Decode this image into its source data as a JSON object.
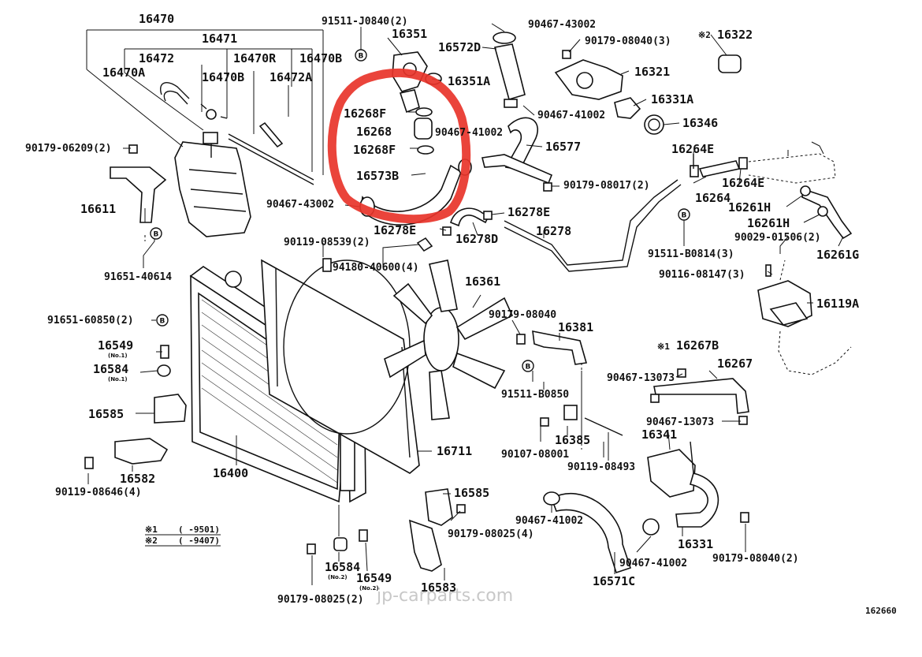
{
  "parts": {
    "p16470": "16470",
    "p16471": "16471",
    "p16472": "16472",
    "p16470R": "16470R",
    "p16470B_top": "16470B",
    "p16470A": "16470A",
    "p16470B": "16470B",
    "p16472A": "16472A",
    "p90179_06209": "90179-06209(2)",
    "p16611": "16611",
    "p91651_40614": "91651-40614",
    "p91511_J0840": "91511-J0840(2)",
    "p16351": "16351",
    "p16351A": "16351A",
    "p16268F_1": "16268F",
    "p16268": "16268",
    "p16268F_2": "16268F",
    "p16573B": "16573B",
    "p90467_43002_left": "90467-43002",
    "p90467_43002_top": "90467-43002",
    "p90179_08040_3": "90179-08040(3)",
    "p16572D": "16572D",
    "p16321": "16321",
    "p16322": "16322",
    "p16331A": "16331A",
    "p16346": "16346",
    "p90467_41002_a": "90467-41002",
    "p90467_41002_b": "90467-41002",
    "p16577": "16577",
    "p90179_08017": "90179-08017(2)",
    "p16264E_1": "16264E",
    "p16264E_2": "16264E",
    "p16264": "16264",
    "p16261H_1": "16261H",
    "p16261H_2": "16261H",
    "p16261G": "16261G",
    "p90029_01506": "90029-01506(2)",
    "p91511_B0814": "91511-B0814(3)",
    "p16278E_1": "16278E",
    "p16278E_2": "16278E",
    "p16278D": "16278D",
    "p16278": "16278",
    "p90119_08539": "90119-08539(2)",
    "p94180_40600": "94180-40600(4)",
    "p16361": "16361",
    "p90116_08147": "90116-08147(3)",
    "p16119A": "16119A",
    "p91651_60850": "91651-60850(2)",
    "p16549_1": "16549",
    "p16584_1": "16584",
    "p16585_1": "16585",
    "p16582": "16582",
    "p90119_08646": "90119-08646(4)",
    "p16400": "16400",
    "p16711": "16711",
    "p90179_08040_s": "90179-08040",
    "p16381": "16381",
    "p91511_B0850": "91511-B0850",
    "p16385": "16385",
    "p90107_08001": "90107-08001",
    "p90119_08493": "90119-08493",
    "p16267B": "16267B",
    "p16267": "16267",
    "p90467_13073_a": "90467-13073",
    "p90467_13073_b": "90467-13073",
    "p16341": "16341",
    "p16585_2": "16585",
    "p90179_08025_4": "90179-08025(4)",
    "p90467_41002_c": "90467-41002",
    "p90467_41002_d": "90467-41002",
    "p16571C": "16571C",
    "p16331": "16331",
    "p90179_08040_2": "90179-08040(2)",
    "p16583": "16583",
    "p16584_2": "16584",
    "p16549_2": "16549",
    "p90179_08025_2": "90179-08025(2)"
  },
  "sub": {
    "no1_a": "(No.1)",
    "no1_b": "(No.1)",
    "no2_a": "(No.2)",
    "no2_b": "(No.2)"
  },
  "notes": {
    "m1": "※1",
    "m2": "※2",
    "mark_16322": "※2",
    "mark_16267B": "※1",
    "n1": "( -9501)",
    "n2": "( -9407)"
  },
  "bolt_letter": "B",
  "watermark": "jp-carparts.com",
  "figure_ref": "162660",
  "highlight_color": "#e8342a"
}
